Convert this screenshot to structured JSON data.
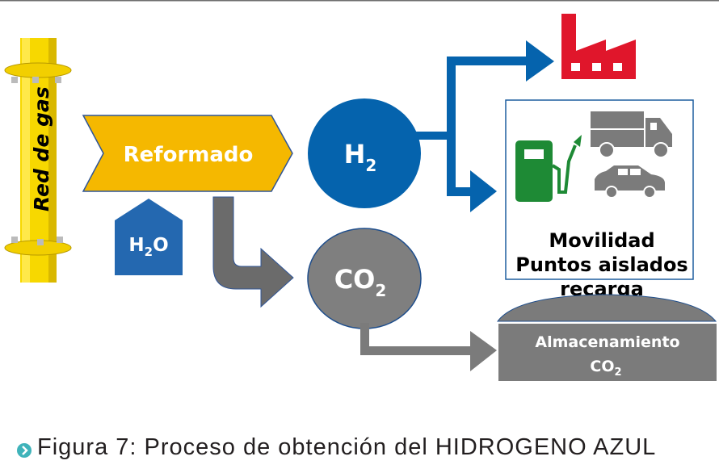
{
  "pipe": {
    "label": "Red de gas"
  },
  "reformer": {
    "label": "Reformado"
  },
  "water": {
    "label_main": "H",
    "label_sub": "2",
    "label_end": "O"
  },
  "hydrogen": {
    "label_main": "H",
    "label_sub": "2"
  },
  "co2": {
    "label_main": "CO",
    "label_sub": "2"
  },
  "mobility_box": {
    "lines": [
      "Movilidad",
      "Puntos aislados",
      "recarga"
    ]
  },
  "storage": {
    "line1": "Almacenamiento",
    "line2_main": "CO",
    "line2_sub": "2"
  },
  "caption": {
    "text": "Figura 7: Proceso de obtención del HIDROGENO AZUL"
  },
  "colors": {
    "yellow": "#f5b800",
    "blue": "#0563ad",
    "gray": "#7f7f7f",
    "red": "#e0162b",
    "green": "#1e8a35",
    "teal": "#3fb3ba"
  }
}
